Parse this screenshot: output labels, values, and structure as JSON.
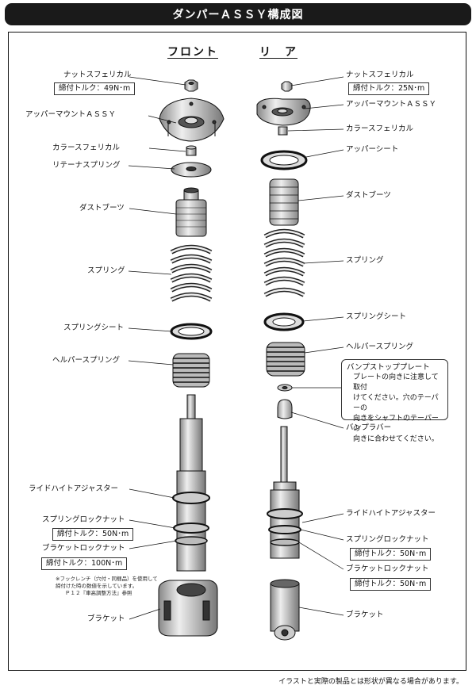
{
  "title": "ダンパーＡＳＳＹ構成図",
  "headers": {
    "front": "フロント",
    "rear": "リ　ア"
  },
  "front": {
    "nut": "ナットスフェリカル",
    "nut_torque": "締付トルク：49N･m",
    "upper_mount": "アッパーマウントＡＳＳＹ",
    "collar": "カラースフェリカル",
    "retainer": "リテーナスプリング",
    "dust_boot": "ダストブーツ",
    "spring": "スプリング",
    "spring_seat": "スプリングシート",
    "helper_spring": "ヘルパースプリング",
    "ride_height": "ライドハイトアジャスター",
    "spring_lock": "スプリングロックナット",
    "spring_lock_torque": "締付トルク：50N･m",
    "bracket_lock": "ブラケットロックナット",
    "bracket_lock_torque": "締付トルク：100N･m",
    "note_line1": "※フックレンチ（穴付・同梱品）を使用して",
    "note_line2": "締付けた時の数値を示しています。",
    "note_line3": "Ｐ１２『車高調整方法』参照",
    "bracket": "ブラケット"
  },
  "rear": {
    "nut": "ナットスフェリカル",
    "nut_torque": "締付トルク：25N･m",
    "upper_mount": "アッパーマウントＡＳＳＹ",
    "collar": "カラースフェリカル",
    "upper_seat": "アッパーシート",
    "dust_boot": "ダストブーツ",
    "spring": "スプリング",
    "spring_seat": "スプリングシート",
    "helper_spring": "ヘルパースプリング",
    "bump_plate_title": "バンプストッププレート",
    "bump_plate_note": [
      "プレートの向きに注意して取付",
      "けてください。穴のテーパーの",
      "向きをシャフトのテーパーの",
      "向きに合わせてください。"
    ],
    "bump_rubber": "バンプラバー",
    "ride_height": "ライドハイトアジャスター",
    "spring_lock": "スプリングロックナット",
    "spring_lock_torque": "締付トルク：50N･m",
    "bracket_lock": "ブラケットロックナット",
    "bracket_lock_torque": "締付トルク：50N･m",
    "bracket": "ブラケット"
  },
  "footer": "イラストと実際の製品とは形状が異なる場合があります。"
}
